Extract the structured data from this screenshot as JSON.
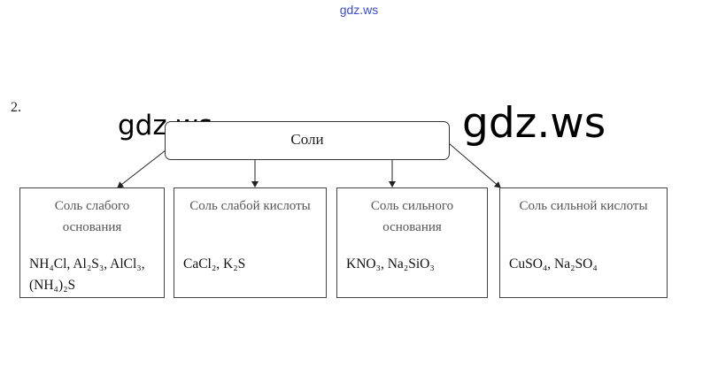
{
  "watermark": {
    "top": "gdz.ws",
    "left": "gdz.ws",
    "right": "gdz.ws"
  },
  "task_number": "2.",
  "root": {
    "label": "Соли"
  },
  "categories": [
    {
      "title": "Соль слабого основания",
      "examples": "NH₄Cl, Al₂S₃, AlCl₃, (NH₄)₂S"
    },
    {
      "title": "Соль слабой кислоты",
      "examples": "CaCl₂, K₂S"
    },
    {
      "title": "Соль сильного основания",
      "examples": "KNO₃, Na₂SiO₃"
    },
    {
      "title": "Соль сильной кислоты",
      "examples": "CuSO₄, Na₂SO₄"
    }
  ]
}
